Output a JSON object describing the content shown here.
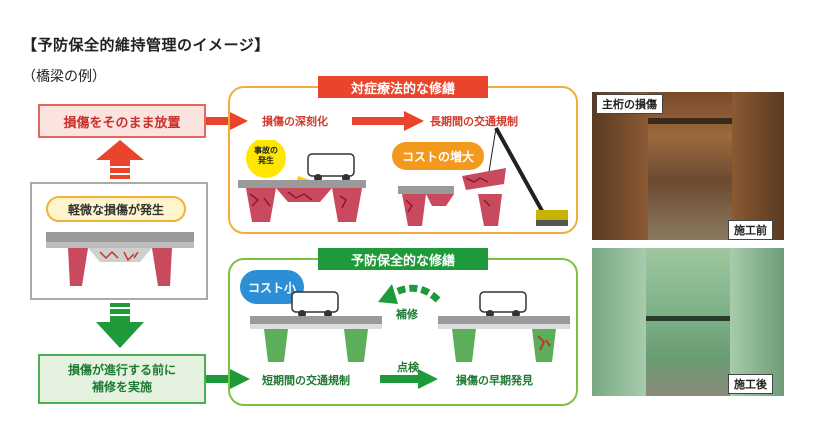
{
  "header": {
    "title": "【予防保全的維持管理のイメージ】",
    "subtitle": "（橋梁の例）"
  },
  "left": {
    "neglect": "損傷をそのまま放置",
    "minor_damage": "軽微な損傷が発生",
    "repair_line1": "損傷が進行する前に",
    "repair_line2": "補修を実施"
  },
  "reactive": {
    "tag": "対症療法的な修繕",
    "worsening": "損傷の深刻化",
    "long_regulation": "長期間の交通規制",
    "accident": "事故の\n発生",
    "cost_increase": "コストの増大"
  },
  "preventive": {
    "tag": "予防保全的な修繕",
    "cost_small": "コスト小",
    "repair": "補修",
    "short_regulation": "短期間の交通規制",
    "inspection": "点検",
    "early_detection": "損傷の早期発見"
  },
  "photos": {
    "top_label": "主桁の損傷",
    "before_label": "施工前",
    "after_label": "施工後"
  },
  "colors": {
    "red": "#e8452c",
    "orange": "#f0ad3c",
    "green": "#1f9a3a",
    "light_green": "#7cc142",
    "blue": "#2c8fd6"
  }
}
